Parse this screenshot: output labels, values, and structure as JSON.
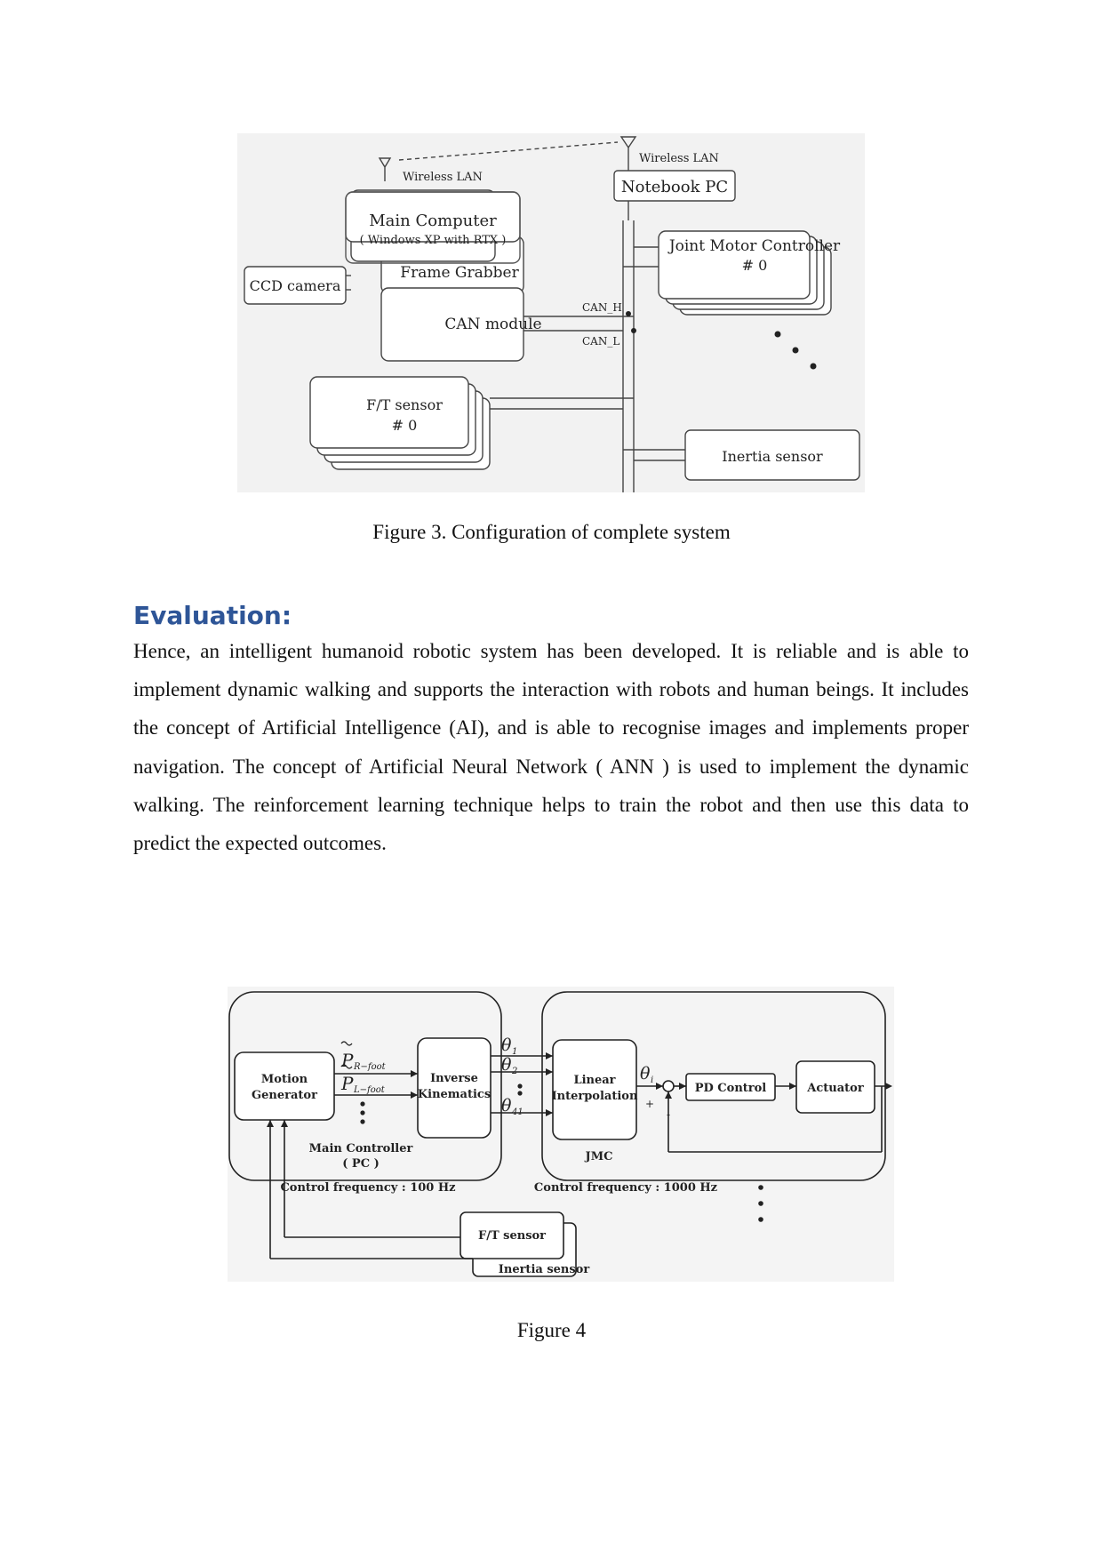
{
  "figure3": {
    "caption": "Figure 3. Configuration of complete system",
    "labels": {
      "wireless_lan_left": "Wireless LAN",
      "wireless_lan_right": "Wireless LAN",
      "notebook": "Notebook PC",
      "main_computer": "Main Computer",
      "main_computer_os": "( Windows XP with RTX )",
      "frame_grabber": "Frame Grabber",
      "ccd_camera": "CCD camera",
      "can_module": "CAN module",
      "can_h": "CAN_H",
      "can_l": "CAN_L",
      "joint_motor": "Joint Motor Controller",
      "joint_motor_num": "# 0",
      "ft_sensor": "F/T sensor",
      "ft_sensor_num": "# 0",
      "inertia_sensor": "Inertia sensor"
    }
  },
  "section": {
    "heading": "Evaluation:",
    "paragraph": "Hence, an intelligent humanoid robotic system has been developed. It is reliable and is able to implement dynamic walking and supports the interaction with robots and human beings. It includes the concept of Artificial Intelligence (AI), and is able to recognise images and implements proper navigation. The concept of Artificial Neural Network ( ANN ) is used to implement the dynamic walking. The reinforcement learning technique helps to train the robot and then use this data to predict the expected outcomes."
  },
  "figure4": {
    "caption": "Figure 4",
    "labels": {
      "motion_gen_1": "Motion",
      "motion_gen_2": "Generator",
      "p_r_foot": "P",
      "p_r_foot_sub": "R−foot",
      "p_l_foot": "P",
      "p_l_foot_sub": "L−foot",
      "inverse_1": "Inverse",
      "inverse_2": "Kinematics",
      "theta": "θ",
      "theta1_sub": "1",
      "theta2_sub": "2",
      "theta41_sub": "41",
      "main_ctrl_1": "Main Controller",
      "main_ctrl_2": "( PC )",
      "freq_main": "Control frequency : 100 Hz",
      "linear_1": "Linear",
      "linear_2": "Interpolation",
      "theta_i_sub": "i",
      "plus": "+",
      "minus": "-",
      "pd_control": "PD Control",
      "actuator": "Actuator",
      "jmc": "JMC",
      "freq_jmc": "Control frequency : 1000 Hz",
      "ft_sensor": "F/T sensor",
      "inertia_sensor": "Inertia sensor"
    }
  }
}
